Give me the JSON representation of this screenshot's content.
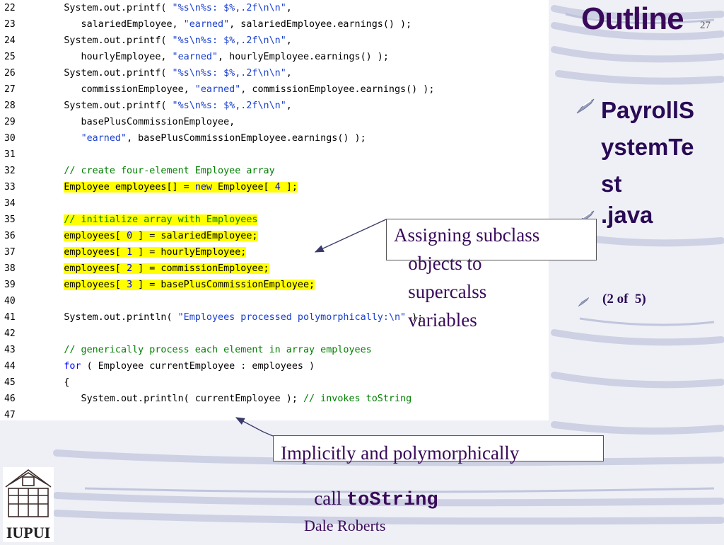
{
  "slide": {
    "title": "Outline",
    "number": "27",
    "bullets": [
      {
        "label": "PayrollS\nystemTe\nst"
      },
      {
        "label": ".java"
      },
      {
        "label": "(2 of  5)"
      }
    ],
    "footer": "Dale Roberts",
    "logo_text": "IUPUI"
  },
  "code": {
    "lines": [
      {
        "n": "22",
        "parts": [
          {
            "t": "      System.out.printf( ",
            "c": ""
          },
          {
            "t": "\"%s\\n%s: $%,.2f\\n\\n\"",
            "c": "str"
          },
          {
            "t": ",",
            "c": ""
          }
        ]
      },
      {
        "n": "23",
        "parts": [
          {
            "t": "         salariedEmployee, ",
            "c": ""
          },
          {
            "t": "\"earned\"",
            "c": "str"
          },
          {
            "t": ", salariedEmployee.earnings() );",
            "c": ""
          }
        ]
      },
      {
        "n": "24",
        "parts": [
          {
            "t": "      System.out.printf( ",
            "c": ""
          },
          {
            "t": "\"%s\\n%s: $%,.2f\\n\\n\"",
            "c": "str"
          },
          {
            "t": ",",
            "c": ""
          }
        ]
      },
      {
        "n": "25",
        "parts": [
          {
            "t": "         hourlyEmployee, ",
            "c": ""
          },
          {
            "t": "\"earned\"",
            "c": "str"
          },
          {
            "t": ", hourlyEmployee.earnings() );",
            "c": ""
          }
        ]
      },
      {
        "n": "26",
        "parts": [
          {
            "t": "      System.out.printf( ",
            "c": ""
          },
          {
            "t": "\"%s\\n%s: $%,.2f\\n\\n\"",
            "c": "str"
          },
          {
            "t": ",",
            "c": ""
          }
        ]
      },
      {
        "n": "27",
        "parts": [
          {
            "t": "         commissionEmployee, ",
            "c": ""
          },
          {
            "t": "\"earned\"",
            "c": "str"
          },
          {
            "t": ", commissionEmployee.earnings() );",
            "c": ""
          }
        ]
      },
      {
        "n": "28",
        "parts": [
          {
            "t": "      System.out.printf( ",
            "c": ""
          },
          {
            "t": "\"%s\\n%s: $%,.2f\\n\\n\"",
            "c": "str"
          },
          {
            "t": ",",
            "c": ""
          }
        ]
      },
      {
        "n": "29",
        "parts": [
          {
            "t": "         basePlusCommissionEmployee,",
            "c": ""
          }
        ]
      },
      {
        "n": "30",
        "parts": [
          {
            "t": "         ",
            "c": ""
          },
          {
            "t": "\"earned\"",
            "c": "str"
          },
          {
            "t": ", basePlusCommissionEmployee.earnings() );",
            "c": ""
          }
        ]
      },
      {
        "n": "31",
        "parts": []
      },
      {
        "n": "32",
        "parts": [
          {
            "t": "      ",
            "c": ""
          },
          {
            "t": "// create four-element Employee array",
            "c": "cmt"
          }
        ]
      },
      {
        "n": "33",
        "parts": [
          {
            "t": "      ",
            "c": ""
          },
          {
            "t": "Employee employees[] = ",
            "c": "hl"
          },
          {
            "t": "new",
            "c": "kw hl"
          },
          {
            "t": " Employee[ ",
            "c": "hl"
          },
          {
            "t": "4",
            "c": "num hl"
          },
          {
            "t": " ];",
            "c": "hl"
          }
        ]
      },
      {
        "n": "34",
        "parts": []
      },
      {
        "n": "35",
        "parts": [
          {
            "t": "      ",
            "c": ""
          },
          {
            "t": "// initialize array with Employees",
            "c": "cmt hl"
          }
        ]
      },
      {
        "n": "36",
        "parts": [
          {
            "t": "      ",
            "c": ""
          },
          {
            "t": "employees[ ",
            "c": "hl"
          },
          {
            "t": "0",
            "c": "num hl"
          },
          {
            "t": " ] = salariedEmployee;",
            "c": "hl"
          }
        ]
      },
      {
        "n": "37",
        "parts": [
          {
            "t": "      ",
            "c": ""
          },
          {
            "t": "employees[ ",
            "c": "hl"
          },
          {
            "t": "1",
            "c": "num hl"
          },
          {
            "t": " ] = hourlyEmployee;",
            "c": "hl"
          }
        ]
      },
      {
        "n": "38",
        "parts": [
          {
            "t": "      ",
            "c": ""
          },
          {
            "t": "employees[ ",
            "c": "hl"
          },
          {
            "t": "2",
            "c": "num hl"
          },
          {
            "t": " ] = commissionEmployee;",
            "c": "hl"
          }
        ]
      },
      {
        "n": "39",
        "parts": [
          {
            "t": "      ",
            "c": ""
          },
          {
            "t": "employees[ ",
            "c": "hl"
          },
          {
            "t": "3",
            "c": "num hl"
          },
          {
            "t": " ] = basePlusCommissionEmployee;",
            "c": "hl"
          }
        ]
      },
      {
        "n": "40",
        "parts": []
      },
      {
        "n": "41",
        "parts": [
          {
            "t": "      System.out.println( ",
            "c": ""
          },
          {
            "t": "\"Employees processed polymorphically:\\n\"",
            "c": "str"
          },
          {
            "t": " );",
            "c": ""
          }
        ]
      },
      {
        "n": "42",
        "parts": []
      },
      {
        "n": "43",
        "parts": [
          {
            "t": "      ",
            "c": ""
          },
          {
            "t": "// generically process each element in array employees",
            "c": "cmt"
          }
        ]
      },
      {
        "n": "44",
        "parts": [
          {
            "t": "      ",
            "c": ""
          },
          {
            "t": "for",
            "c": "kw"
          },
          {
            "t": " ( Employee currentEmployee : employees )",
            "c": ""
          }
        ]
      },
      {
        "n": "45",
        "parts": [
          {
            "t": "      {",
            "c": ""
          }
        ]
      },
      {
        "n": "46",
        "parts": [
          {
            "t": "         System.out.println( currentEmployee ); ",
            "c": ""
          },
          {
            "t": "// invokes toString",
            "c": "cmt"
          }
        ]
      },
      {
        "n": "47",
        "parts": []
      }
    ]
  },
  "callouts": {
    "assign": "Assigning subclass\n   objects to\n   supercalss\n   variables",
    "implicit_line1": "Implicitly and polymorphically",
    "implicit_line2_pre": "   call ",
    "implicit_code": "toString"
  }
}
